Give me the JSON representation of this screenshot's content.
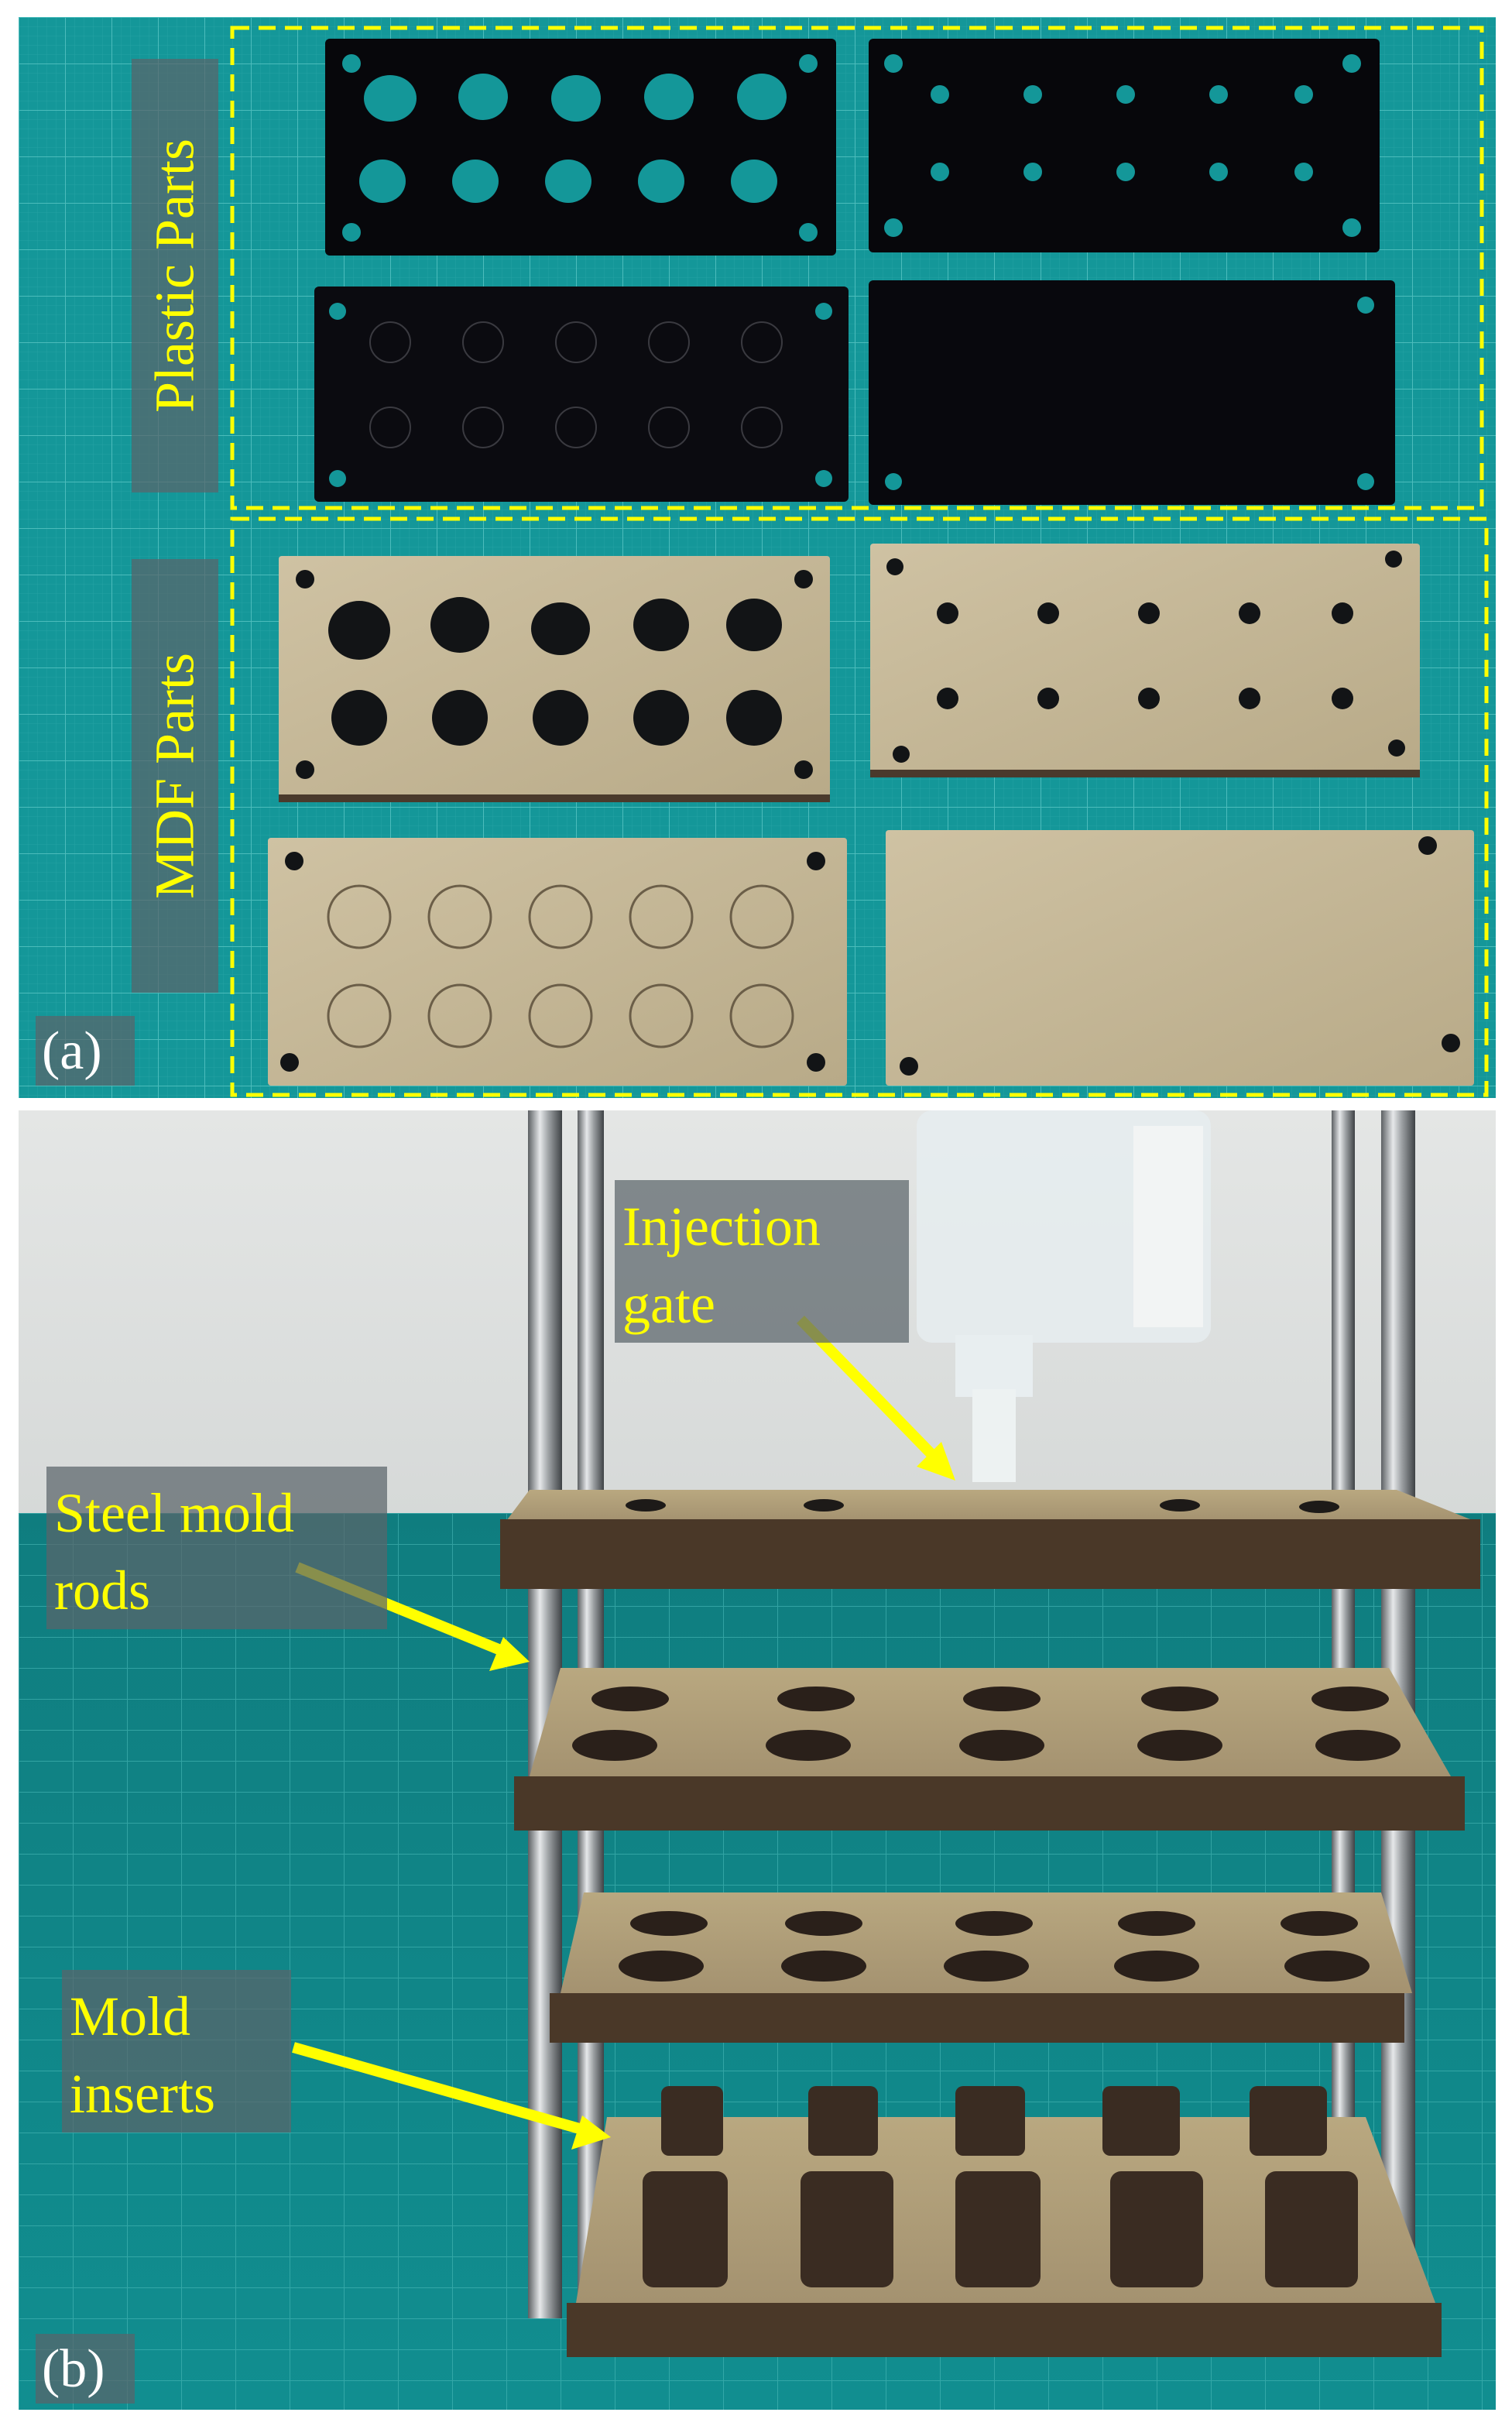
{
  "panels": {
    "a": {
      "tag": "(a)",
      "groups": {
        "plastic_label": "Plastic Parts",
        "mdf_label": "MDF Parts"
      }
    },
    "b": {
      "tag": "(b)",
      "annotations": {
        "injection_gate": "Injection gate",
        "steel_mold_rods": "Steel mold rods",
        "mold_inserts": "Mold inserts"
      }
    }
  },
  "colors": {
    "annotation": "#ffff00",
    "cutting_mat": "#159a9c",
    "plastic": "#0b0b10",
    "mdf": "#c7b99a",
    "steel": "#b9bcc0"
  }
}
